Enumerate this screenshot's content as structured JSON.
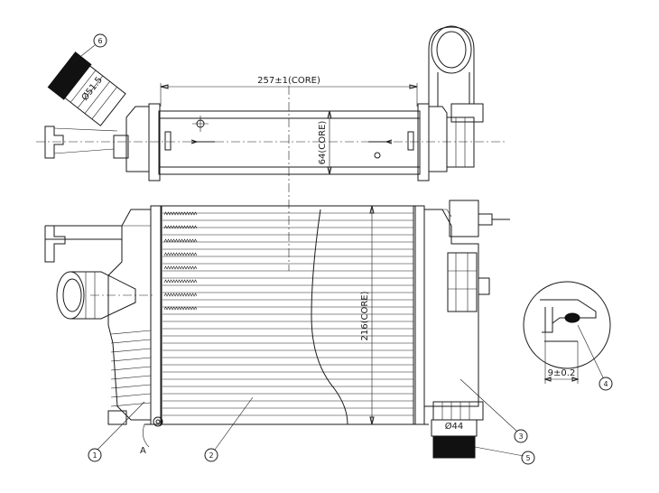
{
  "dimensions": {
    "core_width": "257±1(CORE)",
    "core_depth": "64(CORE)",
    "core_height": "216(CORE)",
    "hose_diameter_top": "Ø51.5",
    "outlet_diameter": "Ø44",
    "seal_gap": "9±0.2"
  },
  "detail_marker": "A",
  "callouts": [
    "1",
    "2",
    "3",
    "4",
    "5",
    "6"
  ]
}
